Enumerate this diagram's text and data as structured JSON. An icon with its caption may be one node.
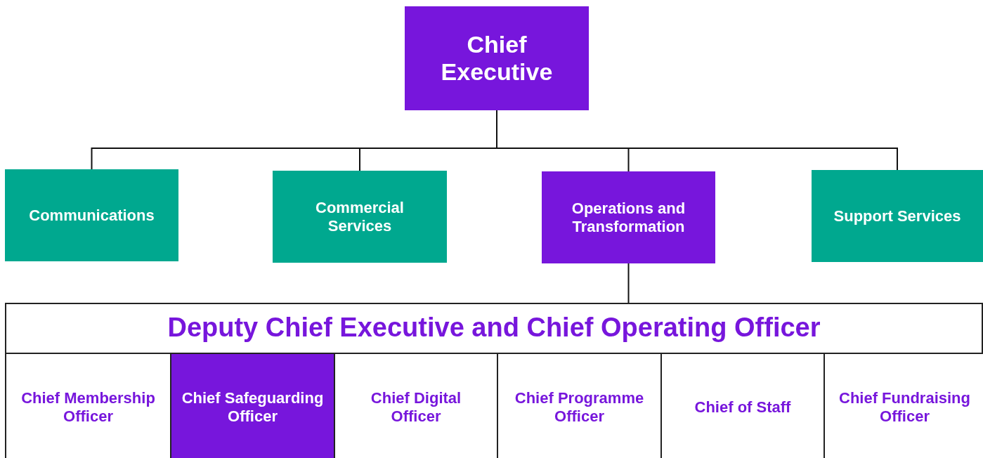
{
  "diagram": {
    "nodes": [
      {
        "text": [
          "Chief Executive"
        ]
      },
      {
        "text": [
          "Communications"
        ]
      },
      {
        "text": [
          "Commercial Services"
        ]
      },
      {
        "text": [
          "Operations and Transformation"
        ]
      },
      {
        "text": [
          "Support Services"
        ]
      },
      {
        "text": [
          "Deputy Chief Executive and Chief Operating Officer"
        ]
      },
      {
        "text": [
          "Chief Membership Officer"
        ],
        "in": 5
      },
      {
        "text": [
          "Chief Safeguarding Officer"
        ],
        "in": 5
      },
      {
        "text": [
          "Chief Digital Officer"
        ],
        "in": 5
      },
      {
        "text": [
          "Chief Programme Officer"
        ],
        "in": 5
      },
      {
        "text": [
          "Chief of Staff"
        ],
        "in": 5
      },
      {
        "text": [
          "Chief Fundraising Officer"
        ],
        "in": 5
      }
    ],
    "edges": [
      {
        "from": 0,
        "to": 1,
        "arrow": "none"
      },
      {
        "from": 0,
        "to": 2,
        "arrow": "none"
      },
      {
        "from": 0,
        "to": 3,
        "arrow": "none"
      },
      {
        "from": 0,
        "to": 4,
        "arrow": "none"
      },
      {
        "from": 3,
        "to": 5,
        "arrow": "none"
      }
    ]
  }
}
